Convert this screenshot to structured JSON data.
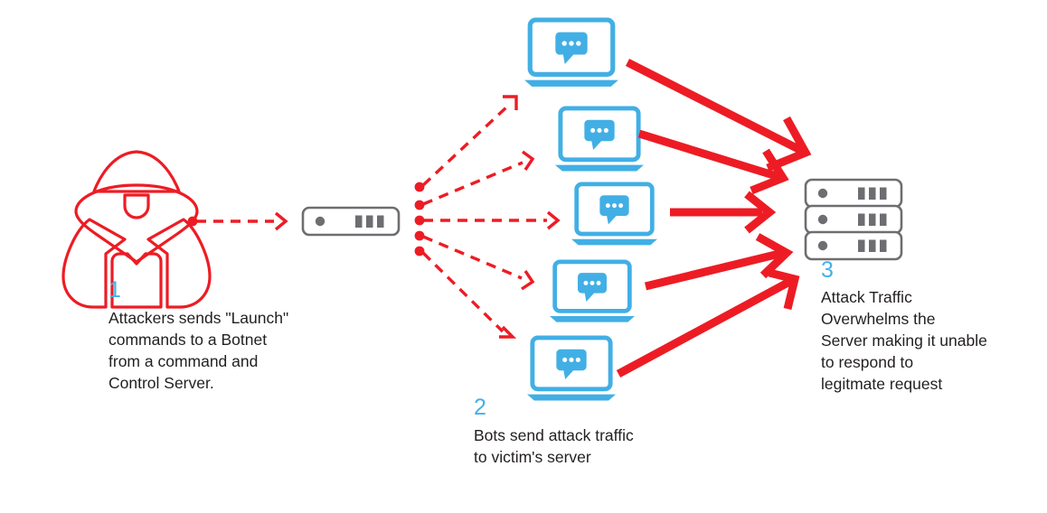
{
  "diagram": {
    "title": "DDoS attack flow diagram",
    "colors": {
      "attacker_red": "#ed1c24",
      "bot_blue": "#41afe5",
      "step_number_blue": "#45b0e8",
      "device_gray": "#6d6e71",
      "text_dark": "#231f20",
      "background": "#ffffff"
    },
    "steps": [
      {
        "number": "1",
        "text": "Attackers sends \"Launch\"\ncommands to a Botnet\nfrom a command and\nControl Server."
      },
      {
        "number": "2",
        "text": "Bots send attack traffic\nto victim's server"
      },
      {
        "number": "3",
        "text": "Attack Traffic\nOverwhelms the\nServer making it unable\nto respond to\nlegitmate request"
      }
    ],
    "nodes": {
      "attacker": {
        "icon": "hooded-hacker-icon",
        "label": ""
      },
      "command_control_server": {
        "icon": "server-unit-icon",
        "label": ""
      },
      "bots": [
        {
          "icon": "laptop-bot-icon",
          "label": ""
        },
        {
          "icon": "laptop-bot-icon",
          "label": ""
        },
        {
          "icon": "laptop-bot-icon",
          "label": ""
        },
        {
          "icon": "laptop-bot-icon",
          "label": ""
        },
        {
          "icon": "laptop-bot-icon",
          "label": ""
        }
      ],
      "victim_server": {
        "icon": "server-stack-icon",
        "label": "",
        "units": 3
      }
    },
    "connections": {
      "command_links": {
        "style": "dashed",
        "color": "#ed1c24",
        "count": 6
      },
      "attack_links": {
        "style": "solid",
        "color": "#ed1c24",
        "count": 5
      }
    }
  }
}
